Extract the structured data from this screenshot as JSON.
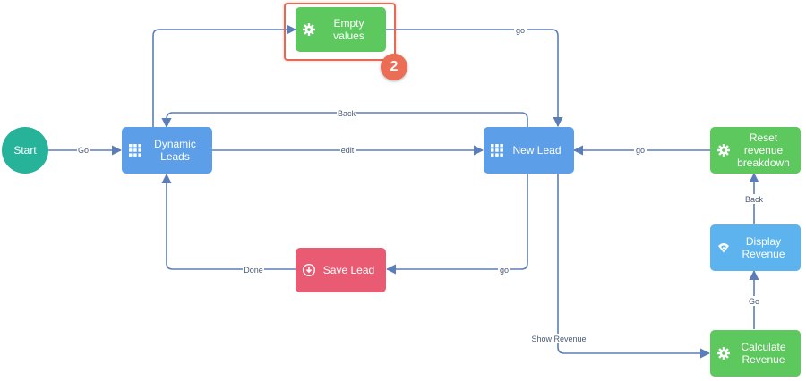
{
  "colors": {
    "edge": "#5b7db8",
    "start": "#26b39a",
    "blue": "#5d9ee8",
    "green": "#5cc85e",
    "red": "#e95b73",
    "lightblue": "#5db3ee",
    "highlight": "#e46a58"
  },
  "nodes": {
    "start": {
      "label": "Start"
    },
    "dynamic_leads": {
      "label": "Dynamic Leads",
      "icon": "grid-icon"
    },
    "empty_values": {
      "label": "Empty values",
      "icon": "gear-icon"
    },
    "new_lead": {
      "label": "New Lead",
      "icon": "grid-icon"
    },
    "save_lead": {
      "label": "Save Lead",
      "icon": "download-icon"
    },
    "reset_revenue": {
      "label": "Reset revenue breakdown",
      "icon": "gear-icon"
    },
    "display_revenue": {
      "label": "Display Revenue",
      "icon": "wifi-icon"
    },
    "calculate_revenue": {
      "label": "Calculate Revenue",
      "icon": "gear-icon"
    }
  },
  "edges": {
    "go_start": "Go",
    "go_empty": "go",
    "back": "Back",
    "edit": "edit",
    "go_reset": "go",
    "back_reset": "Back",
    "done": "Done",
    "go_save": "go",
    "go_calc": "Go",
    "show_revenue": "Show Revenue"
  },
  "badge": {
    "number": "2"
  }
}
